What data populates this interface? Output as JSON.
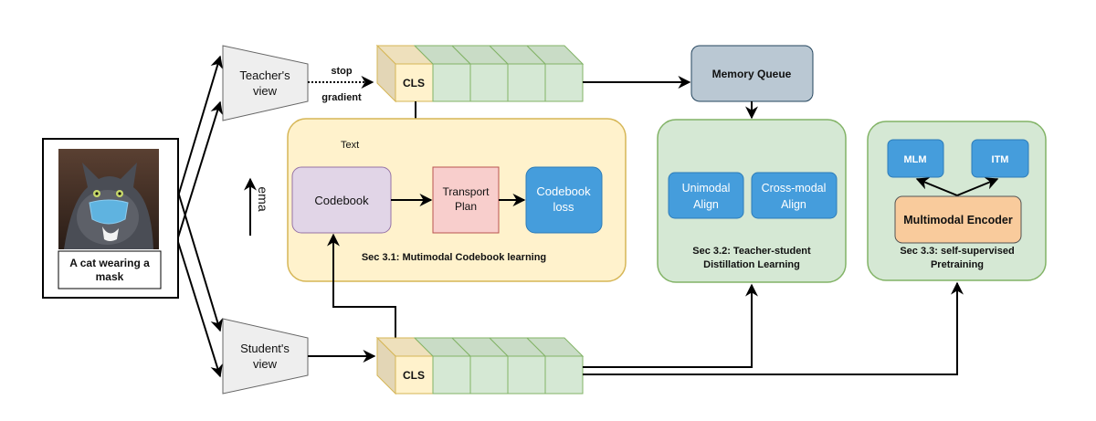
{
  "input": {
    "image_label": "cat-wearing-mask-photo",
    "caption_line1": "A cat wearing a",
    "caption_line2": "mask"
  },
  "teacher": {
    "line1": "Teacher's",
    "line2": "view"
  },
  "student": {
    "line1": "Student's",
    "line2": "view"
  },
  "stop_gradient": {
    "line1": "stop",
    "line2": "gradient"
  },
  "tokens": {
    "cls_label": "CLS",
    "extra_token_count": 4
  },
  "ema_label": "ema",
  "sec31": {
    "text_label": "Text",
    "codebook": "Codebook",
    "transport_line1": "Transport",
    "transport_line2": "Plan",
    "loss_line1": "Codebook",
    "loss_line2": "loss",
    "title": "Sec 3.1: Mutimodal Codebook learning"
  },
  "memory_queue": "Memory Queue",
  "sec32": {
    "unimodal_line1": "Unimodal",
    "unimodal_line2": "Align",
    "crossmodal_line1": "Cross-modal",
    "crossmodal_line2": "Align",
    "title_line1": "Sec 3.2: Teacher-student",
    "title_line2": "Distillation Learning"
  },
  "sec33": {
    "mlm": "MLM",
    "itm": "ITM",
    "encoder": "Multimodal Encoder",
    "title_line1": "Sec 3.3: self-supervised",
    "title_line2": "Pretraining"
  },
  "colors": {
    "cls_fill": "#fff2cc",
    "cls_stroke": "#d6b656",
    "token_fill": "#d5e8d4",
    "token_stroke": "#82b366",
    "sec31_fill": "#fff2cc",
    "sec_green_fill": "#d5e8d4",
    "codebook_fill": "#e1d5e7",
    "transport_fill": "#f8cecc",
    "blue_fill": "#459ddc",
    "memory_fill": "#bac8d3",
    "encoder_fill": "#f9cb9c",
    "view_fill": "#eeeeee"
  }
}
